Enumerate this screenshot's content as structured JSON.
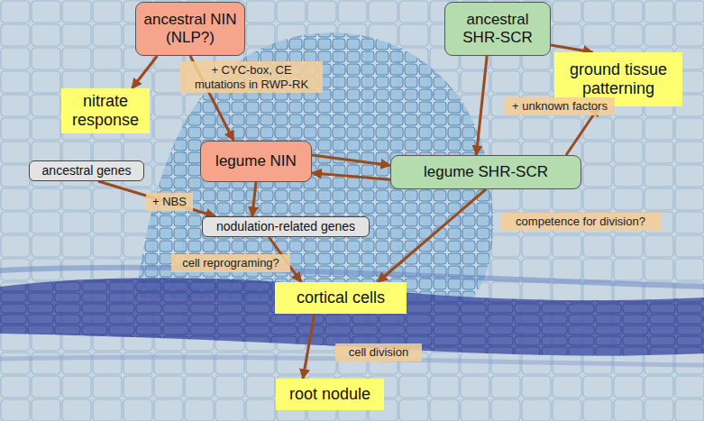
{
  "diagram": {
    "nodes": [
      {
        "text": [
          "ancestral NIN (NLP?)"
        ]
      },
      {
        "text": [
          "ancestral SHR-SCR"
        ]
      },
      {
        "text": [
          "nitrate response"
        ]
      },
      {
        "text": [
          "ground tissue patterning"
        ]
      },
      {
        "text": [
          "ancestral genes"
        ]
      },
      {
        "text": [
          "legume NIN"
        ]
      },
      {
        "text": [
          "legume SHR-SCR"
        ]
      },
      {
        "text": [
          "nodulation-related genes"
        ]
      },
      {
        "text": [
          "cortical cells"
        ]
      },
      {
        "text": [
          "root nodule"
        ]
      }
    ],
    "edges": [
      {
        "from": 0,
        "to": 2,
        "arrow": "to"
      },
      {
        "from": 0,
        "to": 5,
        "label": "+ CYC-box, CE mutations in RWP-RK",
        "arrow": "to"
      },
      {
        "from": 1,
        "to": 3,
        "arrow": "to"
      },
      {
        "from": 1,
        "to": 6,
        "label": "+ unknown factors",
        "arrow": "to"
      },
      {
        "from": 5,
        "to": 6,
        "arrow": "to"
      },
      {
        "from": 6,
        "to": 5,
        "arrow": "to"
      },
      {
        "from": 6,
        "to": 3,
        "arrow": "to"
      },
      {
        "from": 4,
        "to": 7,
        "label": "+ NBS",
        "arrow": "to"
      },
      {
        "from": 5,
        "to": 7,
        "arrow": "to"
      },
      {
        "from": 7,
        "to": 8,
        "label": "cell reprograming?",
        "arrow": "to"
      },
      {
        "from": 6,
        "to": 8,
        "label": "competence for division?",
        "arrow": "to"
      },
      {
        "from": 8,
        "to": 9,
        "label": "cell division",
        "arrow": "to"
      }
    ]
  }
}
